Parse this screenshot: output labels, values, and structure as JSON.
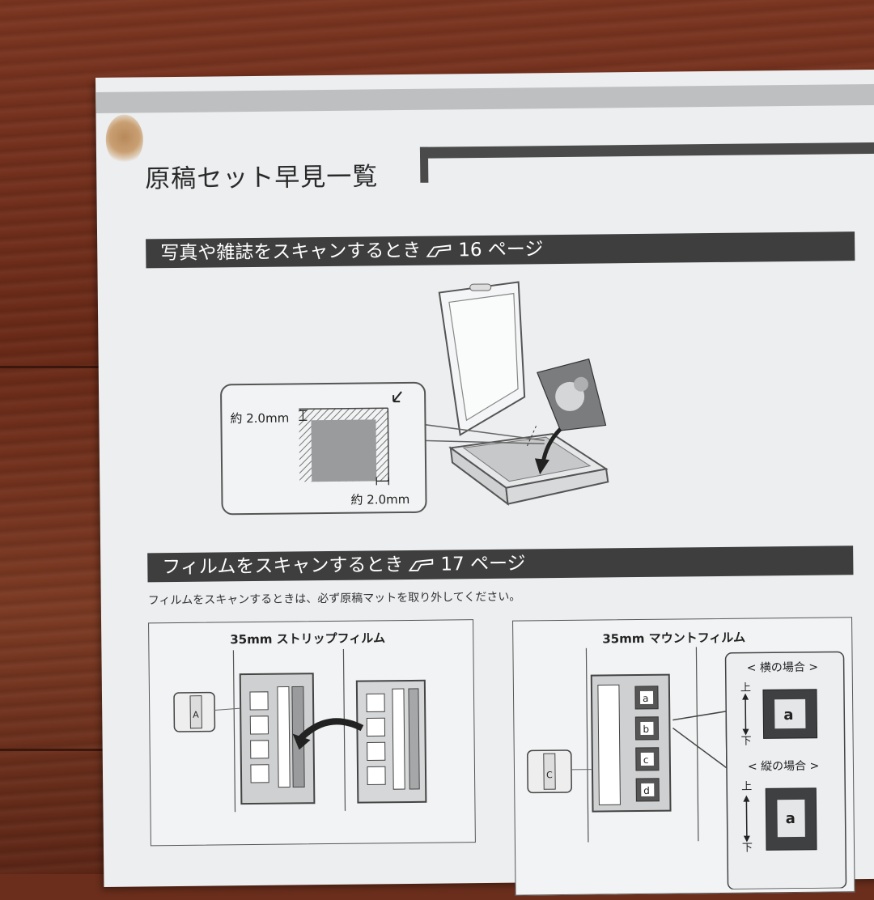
{
  "page": {
    "main_title": "原稿セット早見一覧"
  },
  "section_photo": {
    "title": "写真や雑誌をスキャンするとき",
    "page_ref": "16 ページ",
    "margin_top": "約 2.0mm",
    "margin_side": "約 2.0mm"
  },
  "section_film": {
    "title": "フィルムをスキャンするとき",
    "page_ref": "17 ページ",
    "note": "フィルムをスキャンするときは、必ず原稿マットを取り外してください。",
    "strip": {
      "title": "35mm ストリップフィルム",
      "marker": "A"
    },
    "mount": {
      "title": "35mm マウントフィルム",
      "marker": "C",
      "frames": [
        "a",
        "b",
        "c",
        "d"
      ],
      "landscape_label": "< 横の場合 >",
      "portrait_label": "< 縦の場合 >",
      "up_label": "上",
      "down_label": "下",
      "sample_letter": "a"
    }
  },
  "colors": {
    "section_bar": "#3e3e3e",
    "paper": "#eceef0"
  }
}
